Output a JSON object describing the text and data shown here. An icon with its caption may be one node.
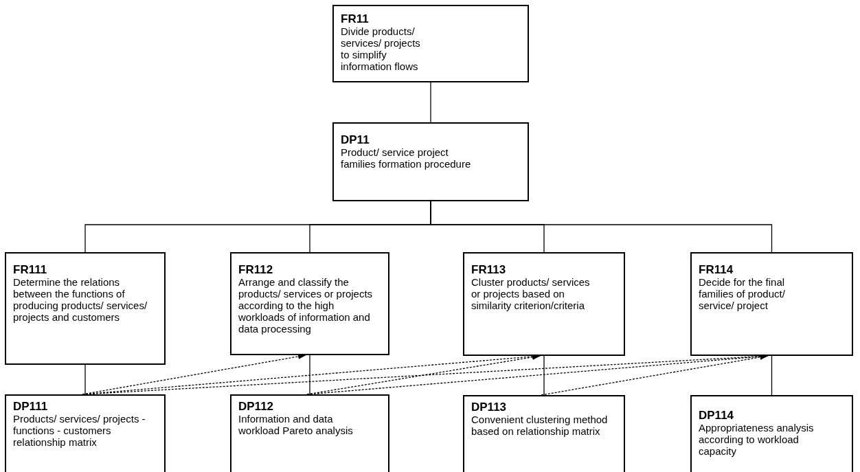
{
  "diagram": {
    "nodes": [
      {
        "text": [
          "FR11",
          "Divide products/ services/ projects to simplify information flows"
        ]
      },
      {
        "text": [
          "DP11",
          "Product/ service project families formation procedure"
        ]
      },
      {
        "text": [
          "FR111",
          "Determine the relations between the functions of producing products/ services/ projects and customers"
        ]
      },
      {
        "text": [
          "FR112",
          "Arrange and classify the products/ services or projects according to the high workloads of information and data processing"
        ]
      },
      {
        "text": [
          "FR113",
          "Cluster products/ services or projects based on similarity criterion/criteria"
        ]
      },
      {
        "text": [
          "FR114",
          "Decide for the final families of product/ service/ project"
        ]
      },
      {
        "text": [
          "DP111",
          "Products/ services/ projects - functions - customers relationship matrix"
        ]
      },
      {
        "text": [
          "DP112",
          "Information and data workload Pareto analysis"
        ]
      },
      {
        "text": [
          "DP113",
          "Convenient clustering method based on relationship matrix"
        ]
      },
      {
        "text": [
          "DP114",
          "Appropriateness analysis according to workload capacity"
        ]
      }
    ],
    "edges": [
      {
        "from": 0,
        "to": 1,
        "arrow": "none"
      },
      {
        "from": 1,
        "to": 2,
        "arrow": "none"
      },
      {
        "from": 1,
        "to": 3,
        "arrow": "none"
      },
      {
        "from": 1,
        "to": 4,
        "arrow": "none"
      },
      {
        "from": 1,
        "to": 5,
        "arrow": "none"
      },
      {
        "from": 2,
        "to": 6,
        "arrow": "none"
      },
      {
        "from": 3,
        "to": 7,
        "arrow": "none"
      },
      {
        "from": 4,
        "to": 8,
        "arrow": "none"
      },
      {
        "from": 5,
        "to": 9,
        "arrow": "none"
      },
      {
        "from": 6,
        "to": 3,
        "arrow": "to",
        "style": "dashed"
      },
      {
        "from": 6,
        "to": 4,
        "arrow": "to",
        "style": "dashed"
      },
      {
        "from": 6,
        "to": 5,
        "arrow": "to",
        "style": "dashed"
      },
      {
        "from": 7,
        "to": 4,
        "arrow": "to",
        "style": "dashed"
      },
      {
        "from": 7,
        "to": 5,
        "arrow": "to",
        "style": "dashed"
      },
      {
        "from": 8,
        "to": 5,
        "arrow": "to",
        "style": "dashed"
      }
    ]
  }
}
